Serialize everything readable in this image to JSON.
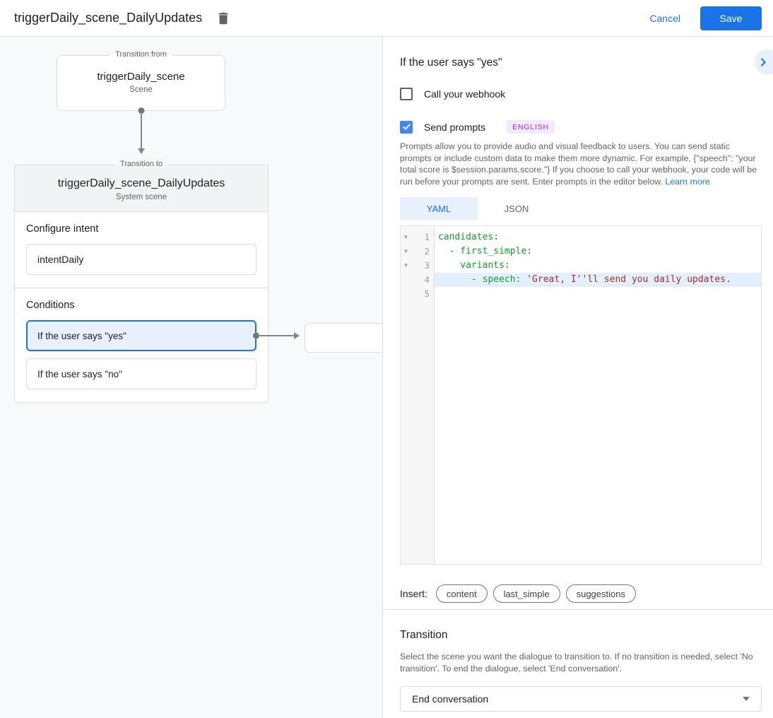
{
  "header": {
    "title": "triggerDaily_scene_DailyUpdates",
    "cancel_label": "Cancel",
    "save_label": "Save"
  },
  "diagram": {
    "from_box": {
      "legend": "Transition from",
      "title": "triggerDaily_scene",
      "subtitle": "Scene"
    },
    "to_box": {
      "legend": "Transition to",
      "title": "triggerDaily_scene_DailyUpdates",
      "subtitle": "System scene",
      "intent_label": "Configure intent",
      "intent_value": "intentDaily",
      "conditions_label": "Conditions",
      "conditions": [
        {
          "label": "If the user says \"yes\"",
          "selected": true
        },
        {
          "label": "If the user says \"no\"",
          "selected": false
        }
      ]
    }
  },
  "panel": {
    "title": "If the user says \"yes\"",
    "webhook_checkbox": {
      "label": "Call your webhook",
      "checked": false
    },
    "prompts_checkbox": {
      "label": "Send prompts",
      "checked": true,
      "badge": "ENGLISH"
    },
    "description": "Prompts allow you to provide audio and visual feedback to users. You can send static prompts or include custom data to make them more dynamic. For example, {\"speech\": \"your total score is $session.params.score.\"} If you choose to call your webhook, your code will be run before your prompts are sent. Enter prompts in the editor below. ",
    "learn_more": "Learn more",
    "tabs": [
      {
        "label": "YAML",
        "active": true
      },
      {
        "label": "JSON",
        "active": false
      }
    ],
    "editor": {
      "lines": [
        {
          "num": "1",
          "code": "candidates:",
          "str": ""
        },
        {
          "num": "2",
          "code": "  - first_simple:",
          "str": ""
        },
        {
          "num": "3",
          "code": "    variants:",
          "str": ""
        },
        {
          "num": "4",
          "code": "      - speech: ",
          "str": "'Great, I''ll send you daily updates."
        },
        {
          "num": "5",
          "code": "",
          "str": ""
        }
      ],
      "highlighted_line": 4
    },
    "insert": {
      "label": "Insert:",
      "chips": [
        "content",
        "last_simple",
        "suggestions"
      ]
    },
    "transition": {
      "title": "Transition",
      "description": "Select the scene you want the dialogue to transition to. If no transition is needed, select 'No transition'. To end the dialogue, select 'End conversation'.",
      "dropdown_value": "End conversation"
    }
  },
  "icons": {
    "fold_open": "▼"
  },
  "colors": {
    "accent_blue": "#1a73e8",
    "checkbox_blue": "#4285f4",
    "selected_condition_bg": "#e8f0fe",
    "badge_bg": "#f3e8fd",
    "badge_text": "#9334e6",
    "code_key_green": "#149e26",
    "code_string_red": "#ab2b24",
    "line_highlight": "#e3effd",
    "canvas_bg": "#f8f9fa",
    "card_header_bg": "#f1f3f4"
  }
}
